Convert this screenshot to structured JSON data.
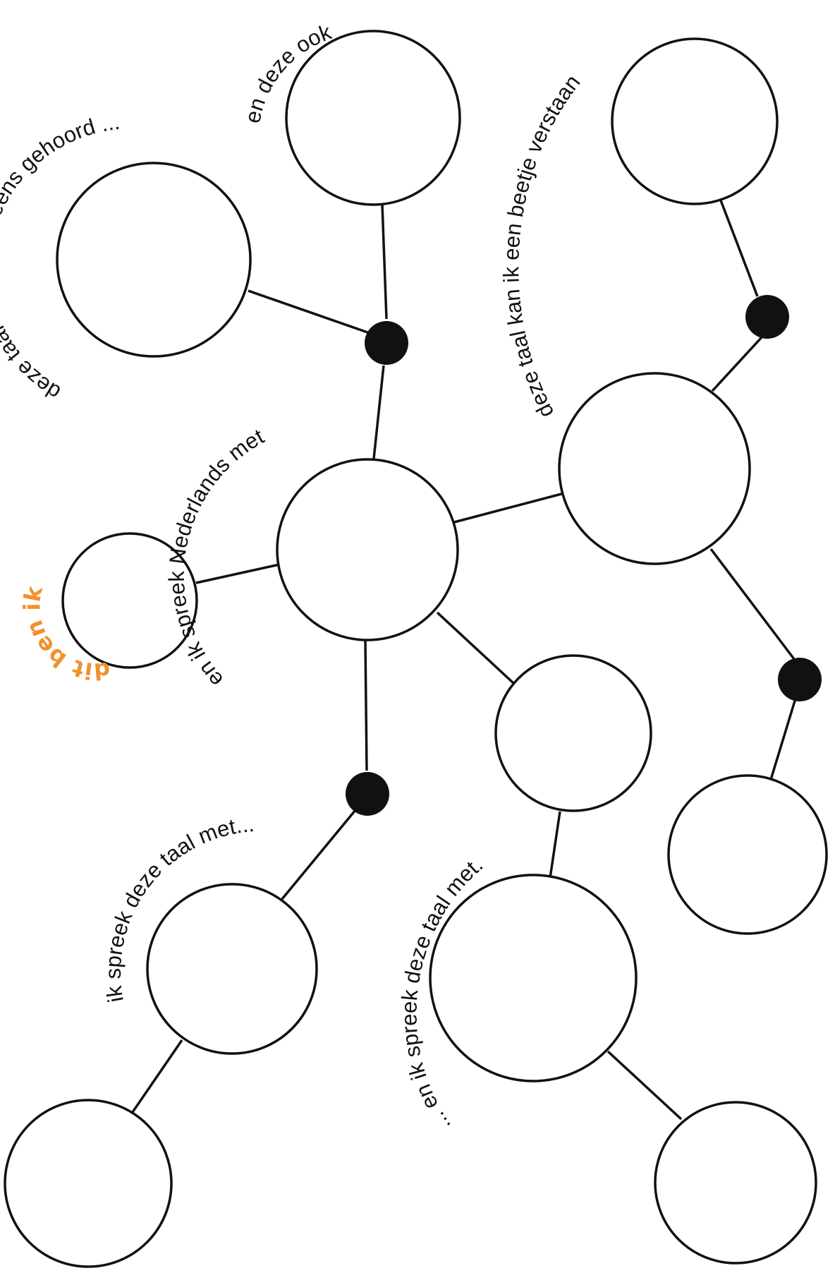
{
  "labels": {
    "heard": "deze taal heb ik wel eens gehoord ...",
    "also": "en deze ook...",
    "understand": "deze taal kan ik een beetje verstaan",
    "dutch": "en ik spreek Nederlands met",
    "speak_with": "ik spreek deze taal met...",
    "and_speak_with": "... en ik spreek deze taal met...",
    "me": "dit ben ik"
  },
  "colors": {
    "line": "#111111",
    "accent": "#f0922e",
    "background": "#ffffff"
  }
}
